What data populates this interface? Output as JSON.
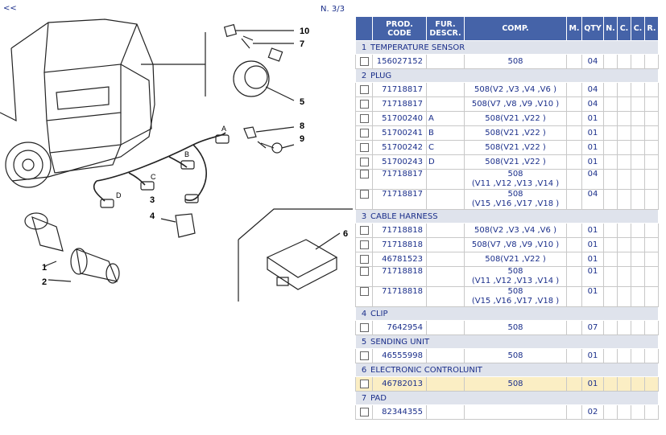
{
  "nav": {
    "back_label": "<<",
    "page_label": "N. 3/3"
  },
  "diagram": {
    "callouts": [
      "10",
      "7",
      "5",
      "8",
      "9",
      "6",
      "4",
      "3",
      "1",
      "2",
      "A",
      "B",
      "C",
      "D"
    ]
  },
  "table": {
    "headers": {
      "prod_code": "PROD. CODE",
      "fur_descr": "FUR. DESCR.",
      "comp": "COMP.",
      "m": "M.",
      "qty": "QTY",
      "n": "N.",
      "c": "C.",
      "c2": "C.",
      "r": "R."
    },
    "groups": [
      {
        "num": "1",
        "name": "TEMPERATURE SENSOR",
        "rows": [
          {
            "code": "156027152",
            "descr": "",
            "comp": [
              "508"
            ],
            "qty": "04"
          }
        ]
      },
      {
        "num": "2",
        "name": "PLUG",
        "rows": [
          {
            "code": "71718817",
            "descr": "",
            "comp": [
              "508(V2 ,V3 ,V4 ,V6 )"
            ],
            "qty": "04"
          },
          {
            "code": "71718817",
            "descr": "",
            "comp": [
              "508(V7 ,V8 ,V9 ,V10 )"
            ],
            "qty": "04"
          },
          {
            "code": "51700240",
            "descr": "A",
            "comp": [
              "508(V21 ,V22 )"
            ],
            "qty": "01"
          },
          {
            "code": "51700241",
            "descr": "B",
            "comp": [
              "508(V21 ,V22 )"
            ],
            "qty": "01"
          },
          {
            "code": "51700242",
            "descr": "C",
            "comp": [
              "508(V21 ,V22 )"
            ],
            "qty": "01"
          },
          {
            "code": "51700243",
            "descr": "D",
            "comp": [
              "508(V21 ,V22 )"
            ],
            "qty": "01"
          },
          {
            "code": "71718817",
            "descr": "",
            "comp": [
              "508",
              "(V11 ,V12 ,V13 ,V14 )"
            ],
            "qty": "04"
          },
          {
            "code": "71718817",
            "descr": "",
            "comp": [
              "508",
              "(V15 ,V16 ,V17 ,V18 )"
            ],
            "qty": "04"
          }
        ]
      },
      {
        "num": "3",
        "name": "CABLE HARNESS",
        "rows": [
          {
            "code": "71718818",
            "descr": "",
            "comp": [
              "508(V2 ,V3 ,V4 ,V6 )"
            ],
            "qty": "01"
          },
          {
            "code": "71718818",
            "descr": "",
            "comp": [
              "508(V7 ,V8 ,V9 ,V10 )"
            ],
            "qty": "01"
          },
          {
            "code": "46781523",
            "descr": "",
            "comp": [
              "508(V21 ,V22 )"
            ],
            "qty": "01"
          },
          {
            "code": "71718818",
            "descr": "",
            "comp": [
              "508",
              "(V11 ,V12 ,V13 ,V14 )"
            ],
            "qty": "01"
          },
          {
            "code": "71718818",
            "descr": "",
            "comp": [
              "508",
              "(V15 ,V16 ,V17 ,V18 )"
            ],
            "qty": "01"
          }
        ]
      },
      {
        "num": "4",
        "name": "CLIP",
        "rows": [
          {
            "code": "7642954",
            "descr": "",
            "comp": [
              "508"
            ],
            "qty": "07"
          }
        ]
      },
      {
        "num": "5",
        "name": "SENDING UNIT",
        "rows": [
          {
            "code": "46555998",
            "descr": "",
            "comp": [
              "508"
            ],
            "qty": "01"
          }
        ]
      },
      {
        "num": "6",
        "name": "ELECTRONIC CONTROLUNIT",
        "rows": [
          {
            "code": "46782013",
            "descr": "",
            "comp": [
              "508"
            ],
            "qty": "01",
            "highlight": true
          }
        ]
      },
      {
        "num": "7",
        "name": "PAD",
        "rows": [
          {
            "code": "82344355",
            "descr": "",
            "comp": [
              ""
            ],
            "qty": "02"
          }
        ]
      }
    ]
  }
}
